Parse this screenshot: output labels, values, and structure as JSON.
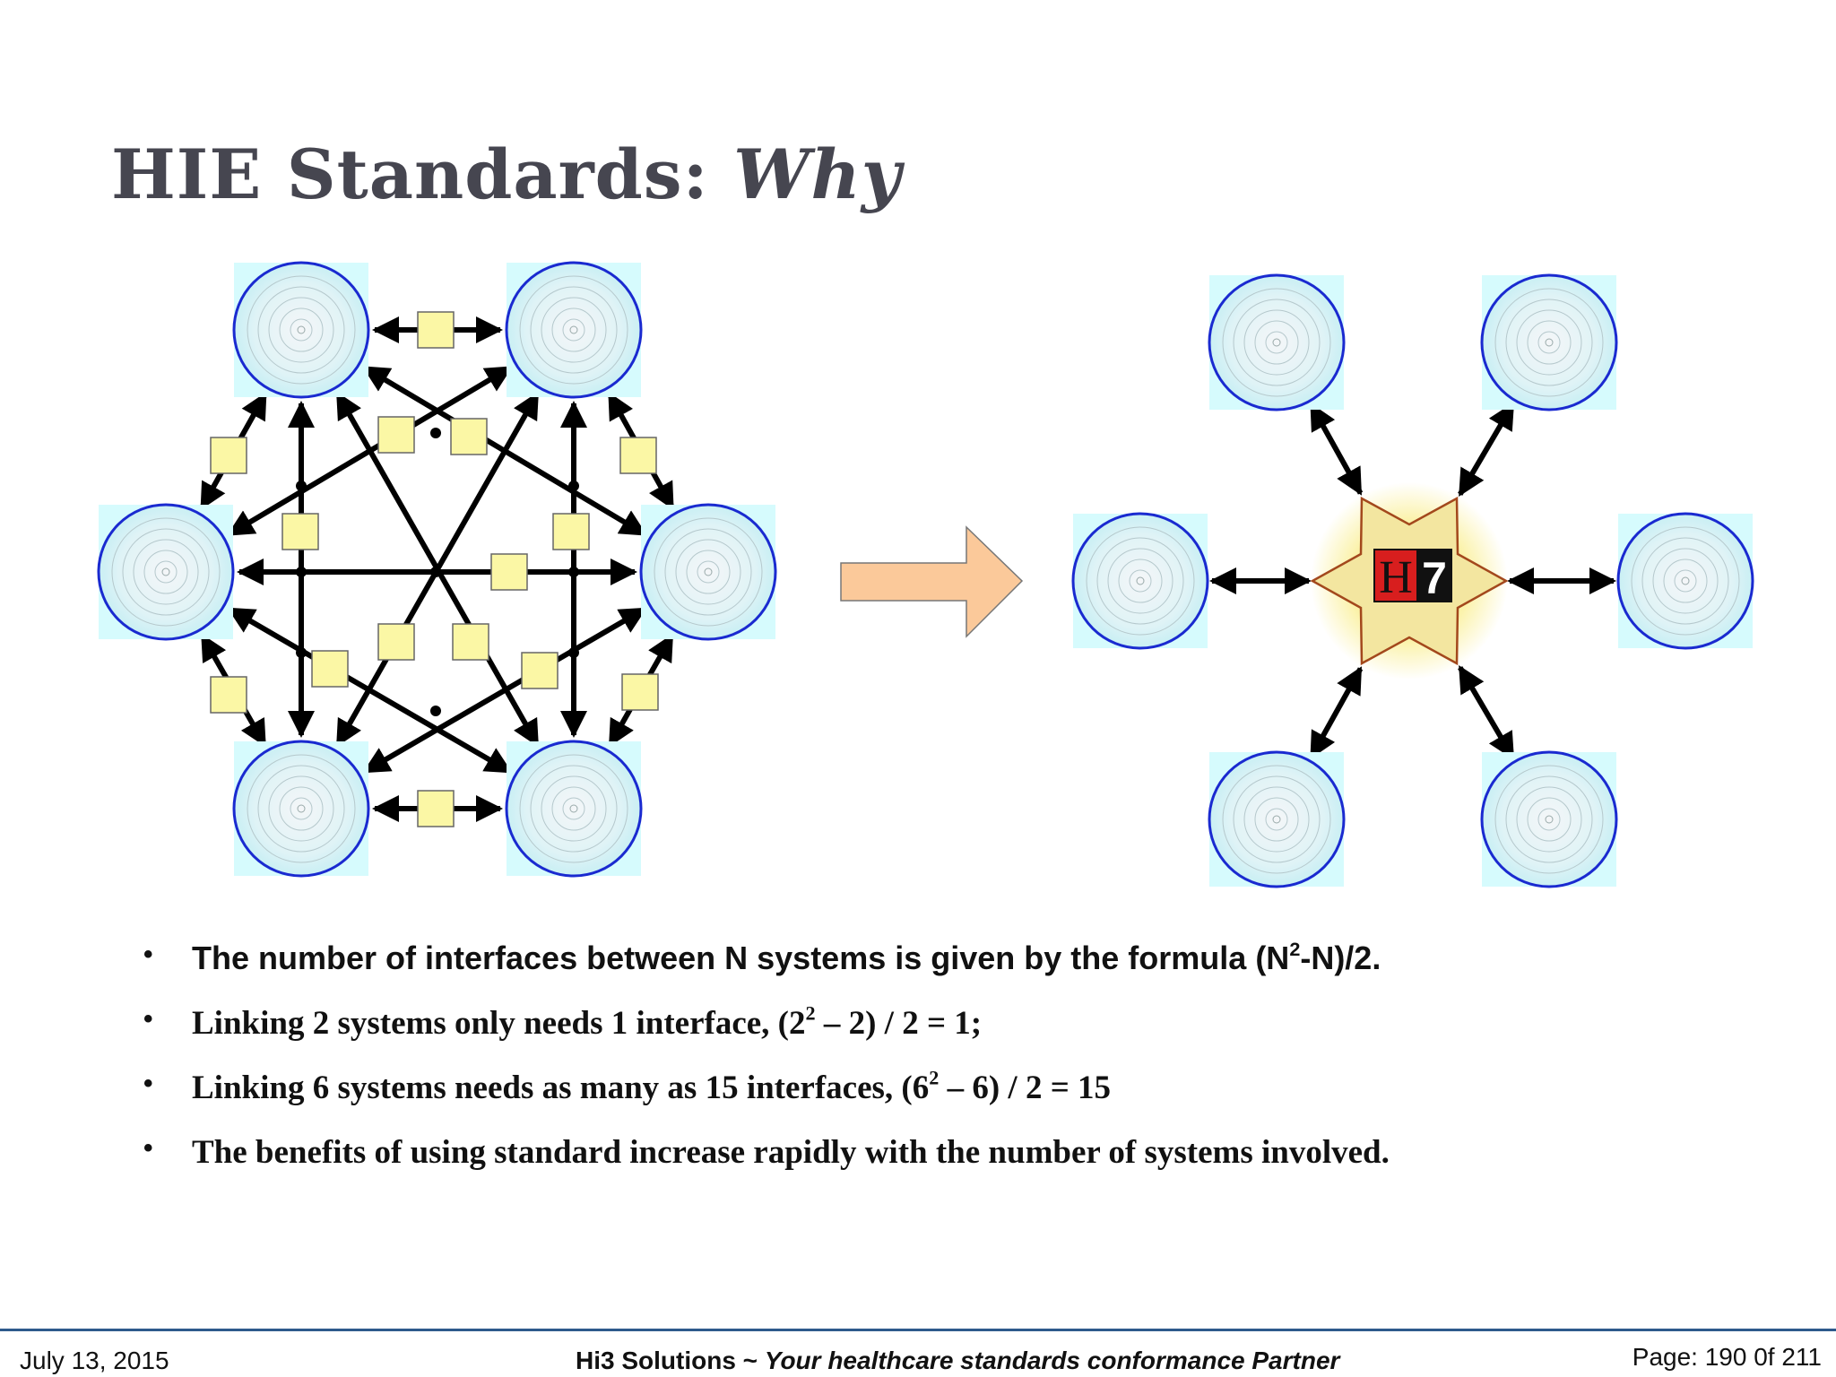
{
  "slide": {
    "title_main": "HIE Standards: ",
    "title_emphasis": "Why"
  },
  "diagram": {
    "hub_label_left": "H",
    "hub_label_right": "7",
    "colors": {
      "node_fill": "#c9f2f6",
      "node_border": "#1a2ad0",
      "node_bg": "#d6fbfd",
      "interface_box": "#fbf7a5",
      "arrow": "#000000",
      "big_arrow": "#fbc99a",
      "hub_red": "#d81e1e"
    }
  },
  "bullets": [
    {
      "pre": "The number of interfaces between N systems is given by the formula (N",
      "sup": "2",
      "post": "-N)/2."
    },
    {
      "pre": "Linking 2 systems only needs 1 interface, (2",
      "sup": "2",
      "post": " – 2) / 2 = 1;"
    },
    {
      "pre": "Linking 6 systems needs as many as 15 interfaces, (6",
      "sup": "2",
      "post": " – 6) / 2 =  15"
    },
    {
      "pre": "The benefits of using standard increase rapidly with the number of systems involved.",
      "sup": "",
      "post": ""
    }
  ],
  "bullet_marker": "•",
  "footer": {
    "date": "July 13, 2015",
    "company": "Hi3 Solutions ~ ",
    "tagline": "Your healthcare standards conformance Partner",
    "page": "Page: 190 0f 211"
  }
}
